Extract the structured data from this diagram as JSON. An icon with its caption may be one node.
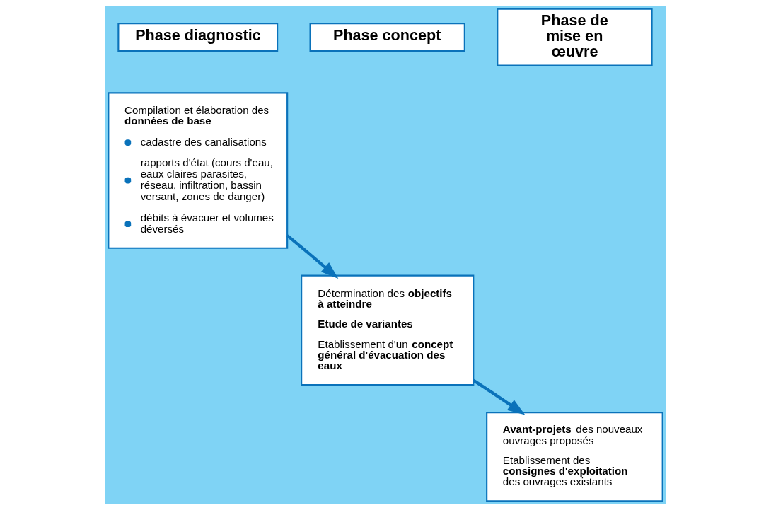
{
  "diagram": {
    "nodes": [
      {
        "text": [
          "Phase diagnostic"
        ]
      },
      {
        "text": [
          "Phase concept"
        ]
      },
      {
        "text": [
          "Phase de mise en œuvre"
        ]
      },
      {
        "text": [
          "Compilation et élaboration des **données de base**",
          "cadastre des canalisations",
          "rapports d'état (cours d'eau, eaux claires parasites, réseau, infiltration, bassin versant, zones de danger)",
          "débits à évacuer et volumes déversés"
        ]
      },
      {
        "text": [
          "Détermination des **objectifs à atteindre**",
          "Etude de variantes",
          "Etablissement d'un **concept général d'évacuation des eaux**"
        ]
      },
      {
        "text": [
          "**Avant-projets** des nouveaux ouvrages proposés",
          "Etablissement des **consignes d'exploitation** des ouvrages existants"
        ]
      }
    ],
    "edges": [
      {
        "from": 3,
        "to": 4,
        "arrow": "to"
      },
      {
        "from": 4,
        "to": 5,
        "arrow": "to"
      }
    ]
  }
}
